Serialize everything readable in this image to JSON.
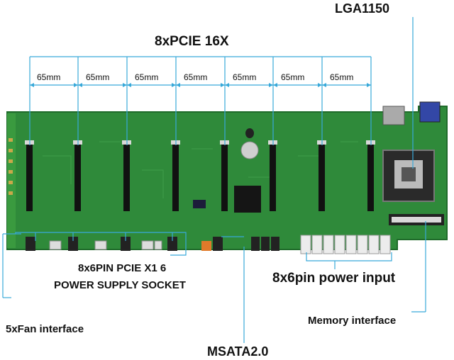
{
  "labels": {
    "socket": "LGA1150",
    "pcie_slots": "8xPCIE 16X",
    "spacing": [
      "65mm",
      "65mm",
      "65mm",
      "65mm",
      "65mm",
      "65mm",
      "65mm"
    ],
    "pcie_power_line1": "8x6PIN PCIE X1 6",
    "pcie_power_line2": "POWER SUPPLY SOCKET",
    "power_input": "8x6pin power input",
    "fan": "5xFan interface",
    "memory": "Memory interface",
    "msata": "MSATA2.0"
  },
  "colors": {
    "board": "#2f8a3a",
    "board_dark": "#1f6b2a",
    "callout_line": "#39a9d9",
    "slot": "#111111"
  }
}
